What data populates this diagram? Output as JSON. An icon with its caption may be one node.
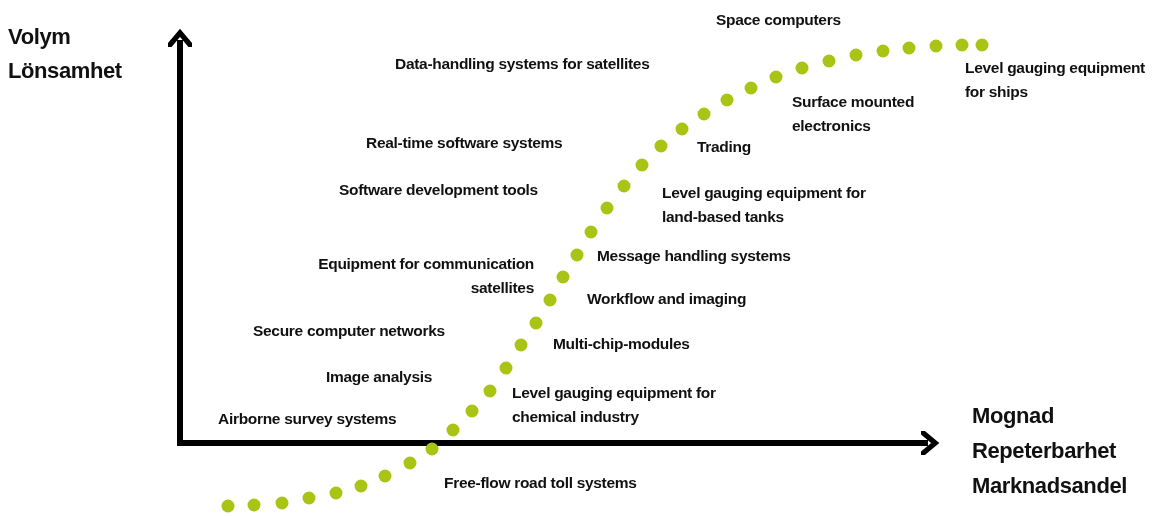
{
  "diagram": {
    "labels": [
      "Volym",
      "Lönsamhet",
      "Space computers",
      "Data-handling systems for satellites",
      "Level gauging equipment for ships",
      "Surface mounted electronics",
      "Real-time software systems",
      "Trading",
      "Software development tools",
      "Level gauging equipment for land-based tanks",
      "Message handling systems",
      "Equipment for communication satellites",
      "Workflow and imaging",
      "Secure computer networks",
      "Multi-chip-modules",
      "Image analysis",
      "Level gauging equipment for chemical industry",
      "Airborne survey systems",
      "Mognad",
      "Repeterbarhet",
      "Free-flow road toll systems",
      "Marknadsandel"
    ]
  }
}
